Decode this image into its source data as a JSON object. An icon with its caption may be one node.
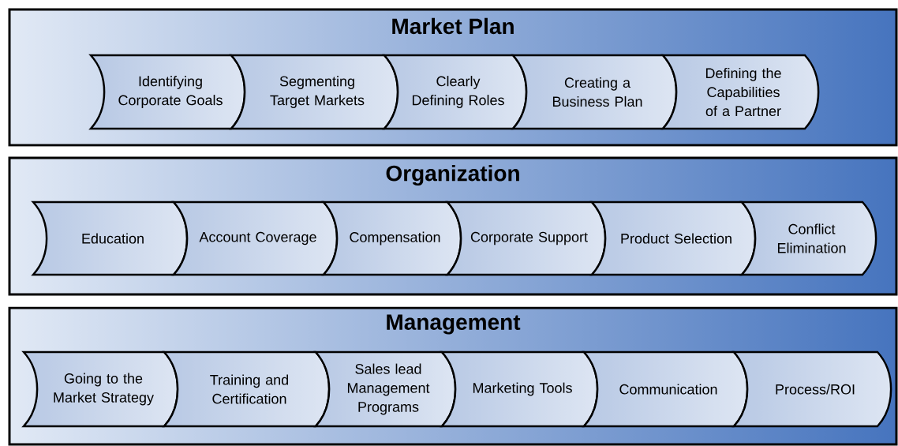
{
  "diagram": {
    "nodes": [
      {
        "text": [
          "Market Plan"
        ]
      },
      {
        "text": [
          "Identifying Corporate Goals"
        ],
        "in": 0
      },
      {
        "text": [
          "Segmenting Target Markets"
        ],
        "in": 0
      },
      {
        "text": [
          "Clearly Defining Roles"
        ],
        "in": 0
      },
      {
        "text": [
          "Creating a Business Plan"
        ],
        "in": 0
      },
      {
        "text": [
          "Defining the Capabilities of a Partner"
        ],
        "in": 0
      },
      {
        "text": [
          "Organization"
        ]
      },
      {
        "text": [
          "Education"
        ],
        "in": 6
      },
      {
        "text": [
          "Account Coverage"
        ],
        "in": 6
      },
      {
        "text": [
          "Compensation"
        ],
        "in": 6
      },
      {
        "text": [
          "Corporate Support"
        ],
        "in": 6
      },
      {
        "text": [
          "Product Selection"
        ],
        "in": 6
      },
      {
        "text": [
          "Conflict Elimination"
        ],
        "in": 6
      },
      {
        "text": [
          "Management"
        ]
      },
      {
        "text": [
          "Going to the Market Strategy"
        ],
        "in": 13
      },
      {
        "text": [
          "Training and Certification"
        ],
        "in": 13
      },
      {
        "text": [
          "Sales lead Management Programs"
        ],
        "in": 13
      },
      {
        "text": [
          "Marketing Tools"
        ],
        "in": 13
      },
      {
        "text": [
          "Communication"
        ],
        "in": 13
      },
      {
        "text": [
          "Process/ROI"
        ],
        "in": 13
      }
    ]
  }
}
